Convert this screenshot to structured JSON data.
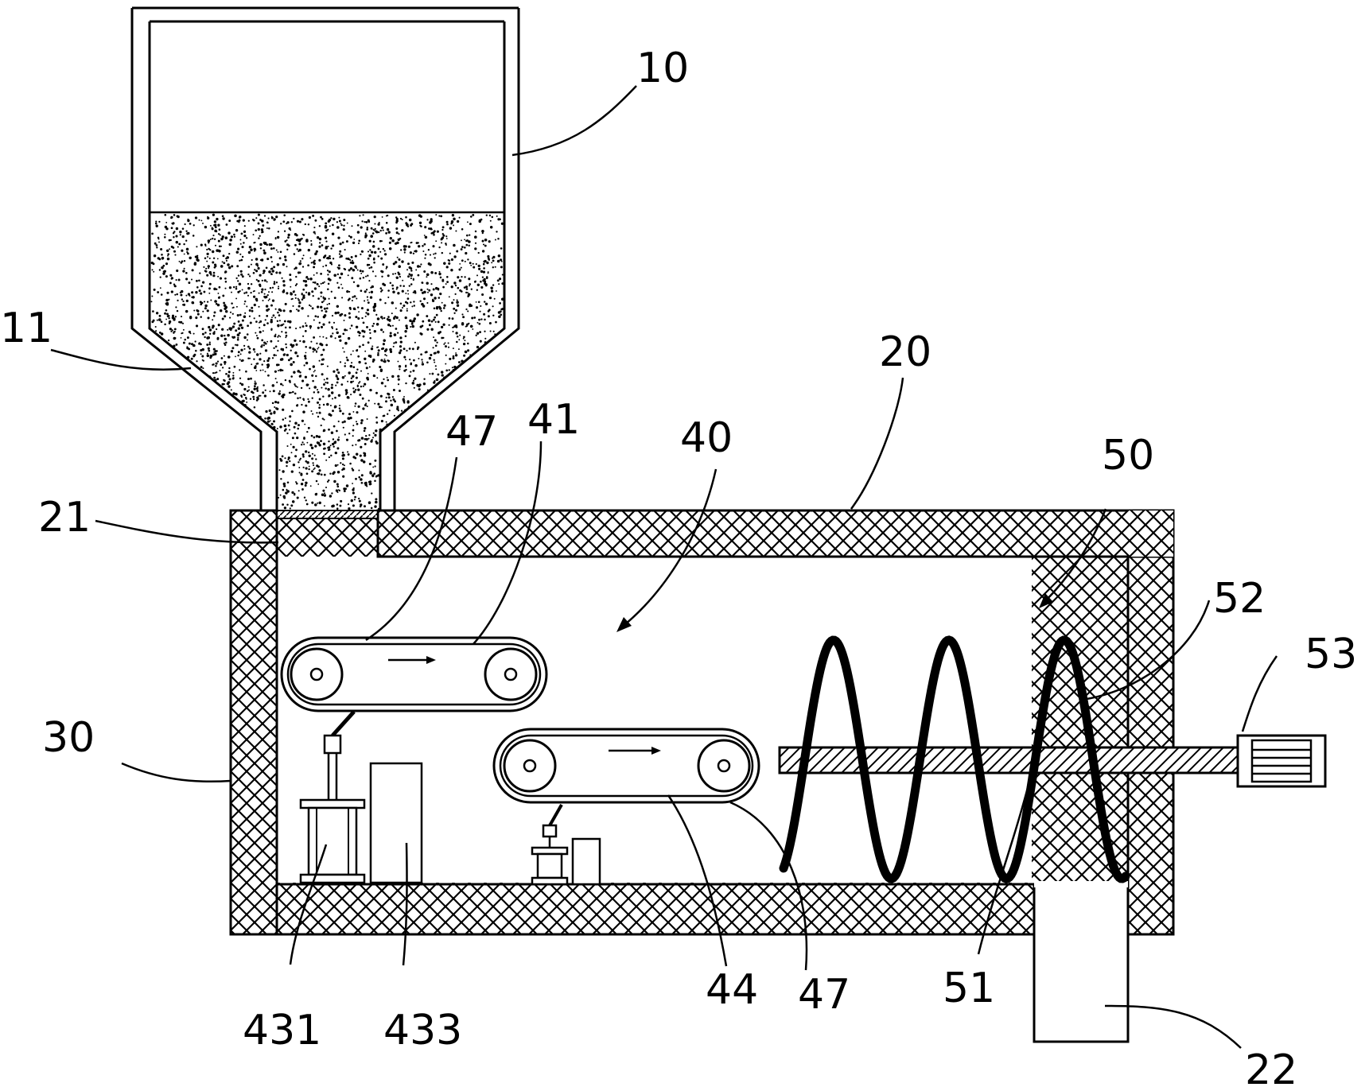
{
  "labels": {
    "l10": "10",
    "l11": "11",
    "l20": "20",
    "l21": "21",
    "l22": "22",
    "l30": "30",
    "l40": "40",
    "l41": "41",
    "l44": "44",
    "l47a": "47",
    "l47b": "47",
    "l50": "50",
    "l51": "51",
    "l52": "52",
    "l53": "53",
    "l431": "431",
    "l433": "433"
  },
  "colors": {
    "ink": "#000000",
    "background": "#ffffff",
    "material": "#000000"
  },
  "conveyor_direction_icon": "arrow-right-icon"
}
